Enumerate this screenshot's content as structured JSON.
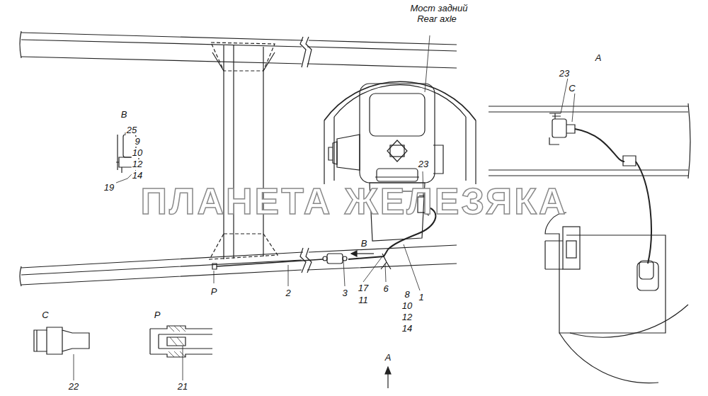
{
  "diagram": {
    "labels": [
      "Мост задний",
      "Rear axle",
      "А",
      "23",
      "С",
      "В",
      "25",
      "9",
      "10",
      "12",
      "14",
      "19",
      "23",
      "В",
      "Р",
      "2",
      "3",
      "17",
      "11",
      "6",
      "8",
      "10",
      "12",
      "14",
      "1",
      "С",
      "22",
      "Р",
      "21",
      "А",
      "ПЛАНЕТА ЖЕЛЕЗЯКА"
    ]
  }
}
